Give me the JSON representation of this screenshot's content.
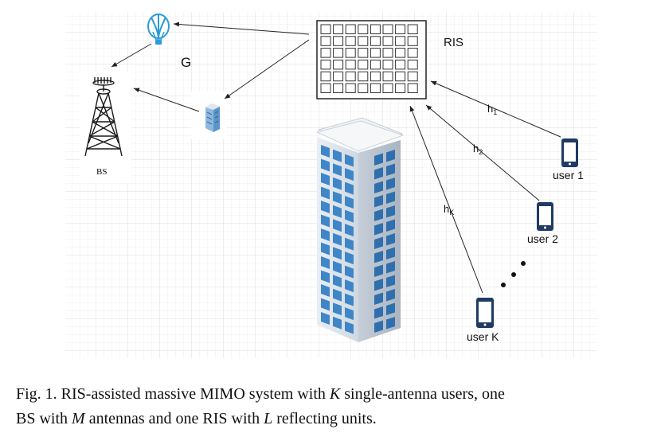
{
  "diagram": {
    "ris_label": "RIS",
    "g_label": "G",
    "bs_label": "BS",
    "channels": [
      {
        "main": "h",
        "sub": "1"
      },
      {
        "main": "h",
        "sub": "2"
      },
      {
        "main": "h",
        "sub": "K"
      }
    ],
    "users": [
      "user 1",
      "user 2",
      "user K"
    ],
    "colors": {
      "grid": "#e3e3e3",
      "phone": "#1f3a63",
      "building_blue": "#3f86c8",
      "balloon": "#2b9bd8"
    }
  },
  "caption": {
    "prefix": "Fig. 1.  RIS-assisted massive MIMO system with ",
    "var_k": "K",
    "mid1": " single-antenna users, one",
    "line2_a": "BS with ",
    "var_m": "M",
    "line2_b": " antennas and one RIS with ",
    "var_l": "L",
    "line2_c": " reflecting units."
  }
}
